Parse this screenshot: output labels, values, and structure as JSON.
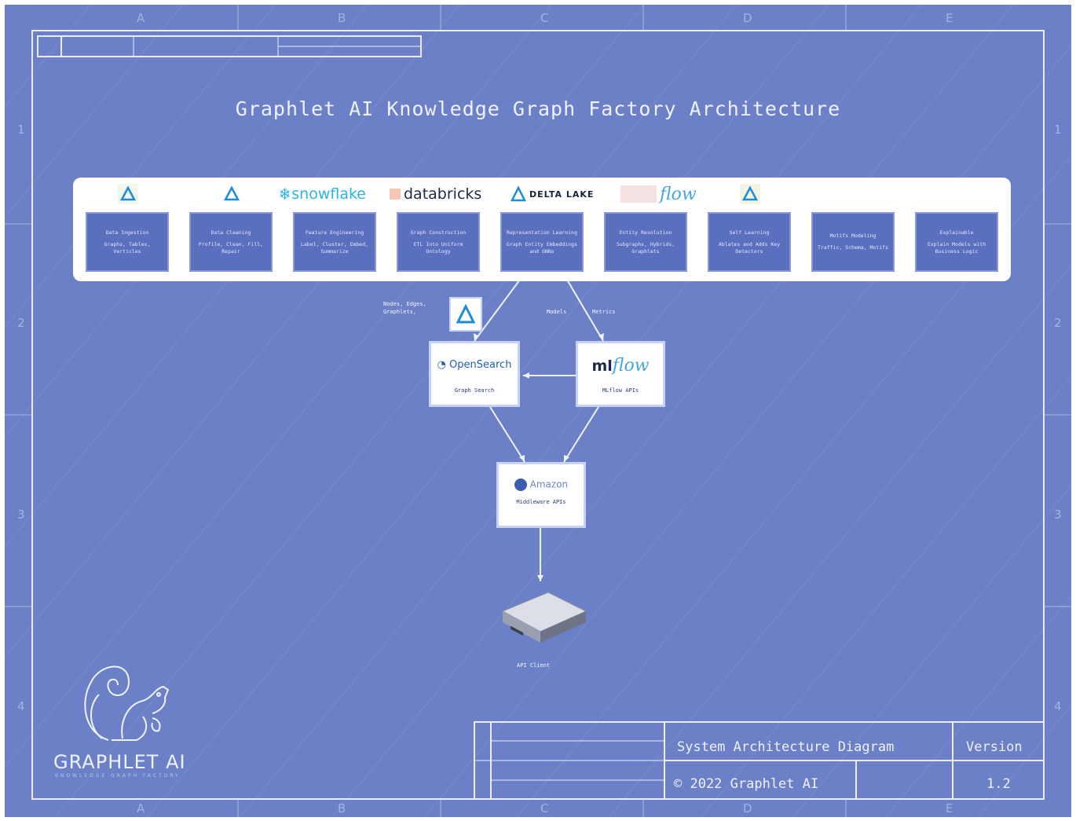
{
  "diagram": {
    "title": "Graphlet AI Knowledge Graph Factory Architecture",
    "grid_columns": [
      "A",
      "B",
      "C",
      "D",
      "E"
    ],
    "grid_rows": [
      "1",
      "2",
      "3",
      "4"
    ],
    "logos": {
      "snowflake": "snowflake",
      "databricks": "databricks",
      "delta_lake": "DELTA LAKE",
      "flow": "flow"
    },
    "stages": [
      {
        "title": "Data Ingestion",
        "detail": "Graphs, Tables, Verticles"
      },
      {
        "title": "Data Cleaning",
        "detail": "Profile, Clean, Fill, Repair"
      },
      {
        "title": "Feature Engineering",
        "detail": "Label, Cluster, Embed, Summarize"
      },
      {
        "title": "Graph Construction",
        "detail": "ETL Into Uniform Ontology"
      },
      {
        "title": "Representation Learning",
        "detail": "Graph Entity Embeddings and GNNs"
      },
      {
        "title": "Entity Resolution",
        "detail": "Subgraphs, Hybrids, Graphlets"
      },
      {
        "title": "Self Learning",
        "detail": "Ablates and Adds Key Detectors"
      },
      {
        "title": "Motifs Modeling",
        "detail": "Traffic, Schema, Motifs"
      },
      {
        "title": "Explainable",
        "detail": "Explain Models with Business Logic"
      }
    ],
    "edge_labels": {
      "left": "Nodes, Edges, Graphlets,",
      "right_models": "Models",
      "right_metrics": "Metrics"
    },
    "nodes": {
      "opensearch": {
        "logo": "OpenSearch",
        "caption": "Graph Search"
      },
      "mlflow": {
        "logo_ml": "ml",
        "logo_flow": "flow",
        "caption": "MLflow APIs"
      },
      "middleware": {
        "logo": "Amazon",
        "caption": "Middleware APIs"
      },
      "client": {
        "caption": "API Client"
      }
    },
    "brand": {
      "name": "GRAPHLET AI",
      "tagline": "KNOWLEDGE GRAPH FACTORY"
    },
    "title_block": {
      "doc_title": "System Architecture Diagram",
      "version_label": "Version",
      "copyright": "© 2022 Graphlet AI",
      "version": "1.2"
    },
    "colors": {
      "background": "#6b80c6",
      "line": "#e8edff",
      "stage": "#5b6fbf"
    }
  }
}
